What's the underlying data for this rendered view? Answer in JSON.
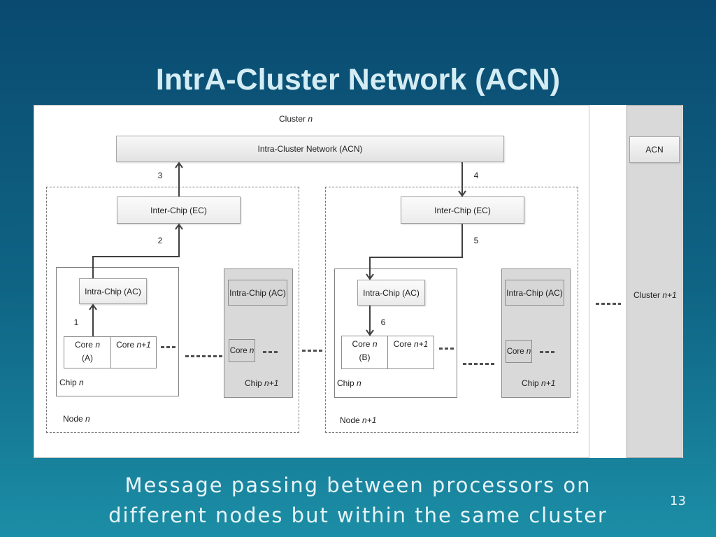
{
  "slide": {
    "title": "IntrA-Cluster Network (ACN)",
    "caption": {
      "line1": "Message passing between processors on",
      "line2": "different nodes but within the same cluster"
    },
    "page_number": "13"
  },
  "diagram": {
    "cluster_label": "Cluster",
    "cluster_var": "n",
    "acn_bar": "Intra-Cluster Network (ACN)",
    "steps": [
      "1",
      "2",
      "3",
      "4",
      "5",
      "6"
    ],
    "node_a": {
      "label": "Node",
      "var": "n",
      "inter_chip": "Inter-Chip (EC)",
      "chip": {
        "label": "Chip",
        "var": "n",
        "intra_chip": "Intra-Chip (AC)",
        "core_sender": {
          "label": "Core",
          "var": "n",
          "tag": "(A)"
        },
        "core_next": {
          "label": "Core",
          "var": "n+1"
        }
      },
      "chip_next": {
        "label": "Chip",
        "var": "n+1",
        "intra_chip": "Intra-Chip (AC)",
        "core": {
          "label": "Core",
          "var": "n"
        }
      }
    },
    "node_b": {
      "label": "Node",
      "var": "n+1",
      "inter_chip": "Inter-Chip (EC)",
      "chip": {
        "label": "Chip",
        "var": "n",
        "intra_chip": "Intra-Chip (AC)",
        "core_receiver": {
          "label": "Core",
          "var": "n",
          "tag": "(B)"
        },
        "core_next": {
          "label": "Core",
          "var": "n+1"
        }
      },
      "chip_next": {
        "label": "Chip",
        "var": "n+1",
        "intra_chip": "Intra-Chip (AC)",
        "core": {
          "label": "Core",
          "var": "n"
        }
      }
    },
    "next_cluster": {
      "label": "Cluster",
      "var": "n+1",
      "acn": "ACN"
    }
  },
  "colors": {
    "background_top": "#0a4a70",
    "background_bottom": "#1c8ea6",
    "title_text": "#d4ecf4",
    "caption_text": "#e6f3f7",
    "arrow": "#404040",
    "inactive_chip_fill": "#d9d9d9"
  }
}
